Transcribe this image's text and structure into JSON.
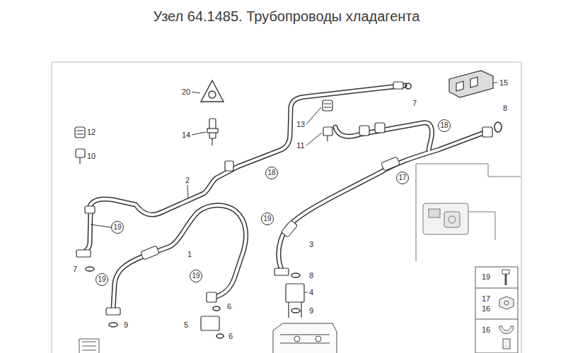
{
  "diagram": {
    "title": "Узел 64.1485. Трубопроводы хладагента",
    "labels": [
      "20",
      "15",
      "7",
      "8",
      "12",
      "13",
      "18",
      "14",
      "11",
      "10",
      "18",
      "17",
      "2",
      "19",
      "19",
      "1",
      "3",
      "7",
      "19",
      "19",
      "8",
      "4",
      "6",
      "9",
      "9",
      "5",
      "6",
      "19",
      "17",
      "16",
      "16"
    ]
  }
}
